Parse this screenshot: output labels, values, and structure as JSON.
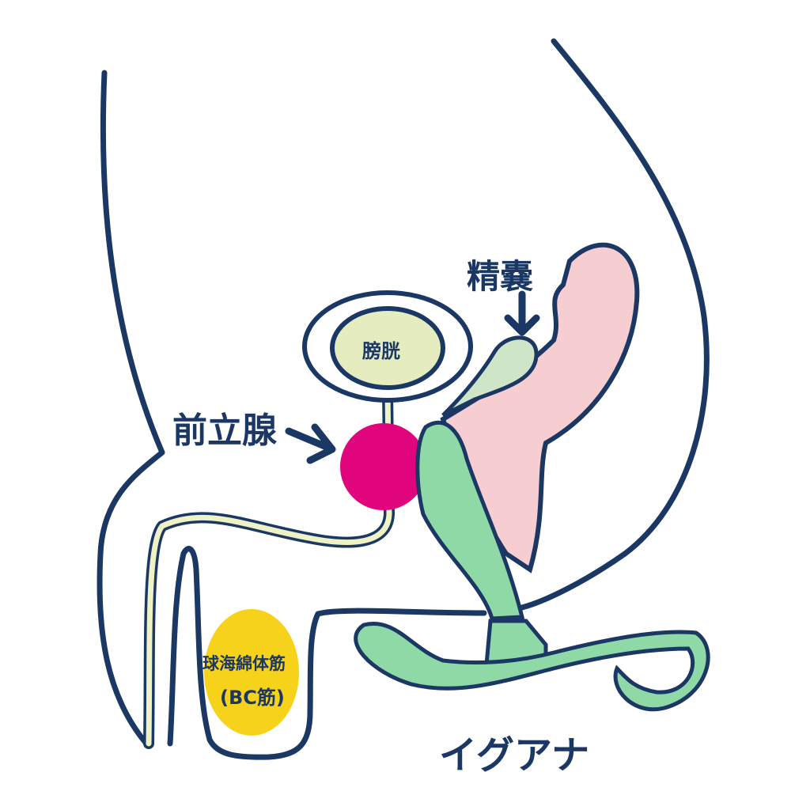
{
  "labels": {
    "seminal_vesicle": "精嚢",
    "bladder": "膀胱",
    "prostate": "前立腺",
    "bc_muscle_line1": "球海綿体筋",
    "bc_muscle_line2": "(BC筋)",
    "device": "イグアナ"
  },
  "colors": {
    "outline": "#1b3763",
    "rectum": "#f6cdd0",
    "prostate": "#e0057c",
    "bladder_inner": "#e4ecc0",
    "seminal_vesicle": "#cfe5c8",
    "device": "#8fd9a6",
    "urethra": "#eef2c4",
    "bc_muscle": "#f7d21a"
  }
}
